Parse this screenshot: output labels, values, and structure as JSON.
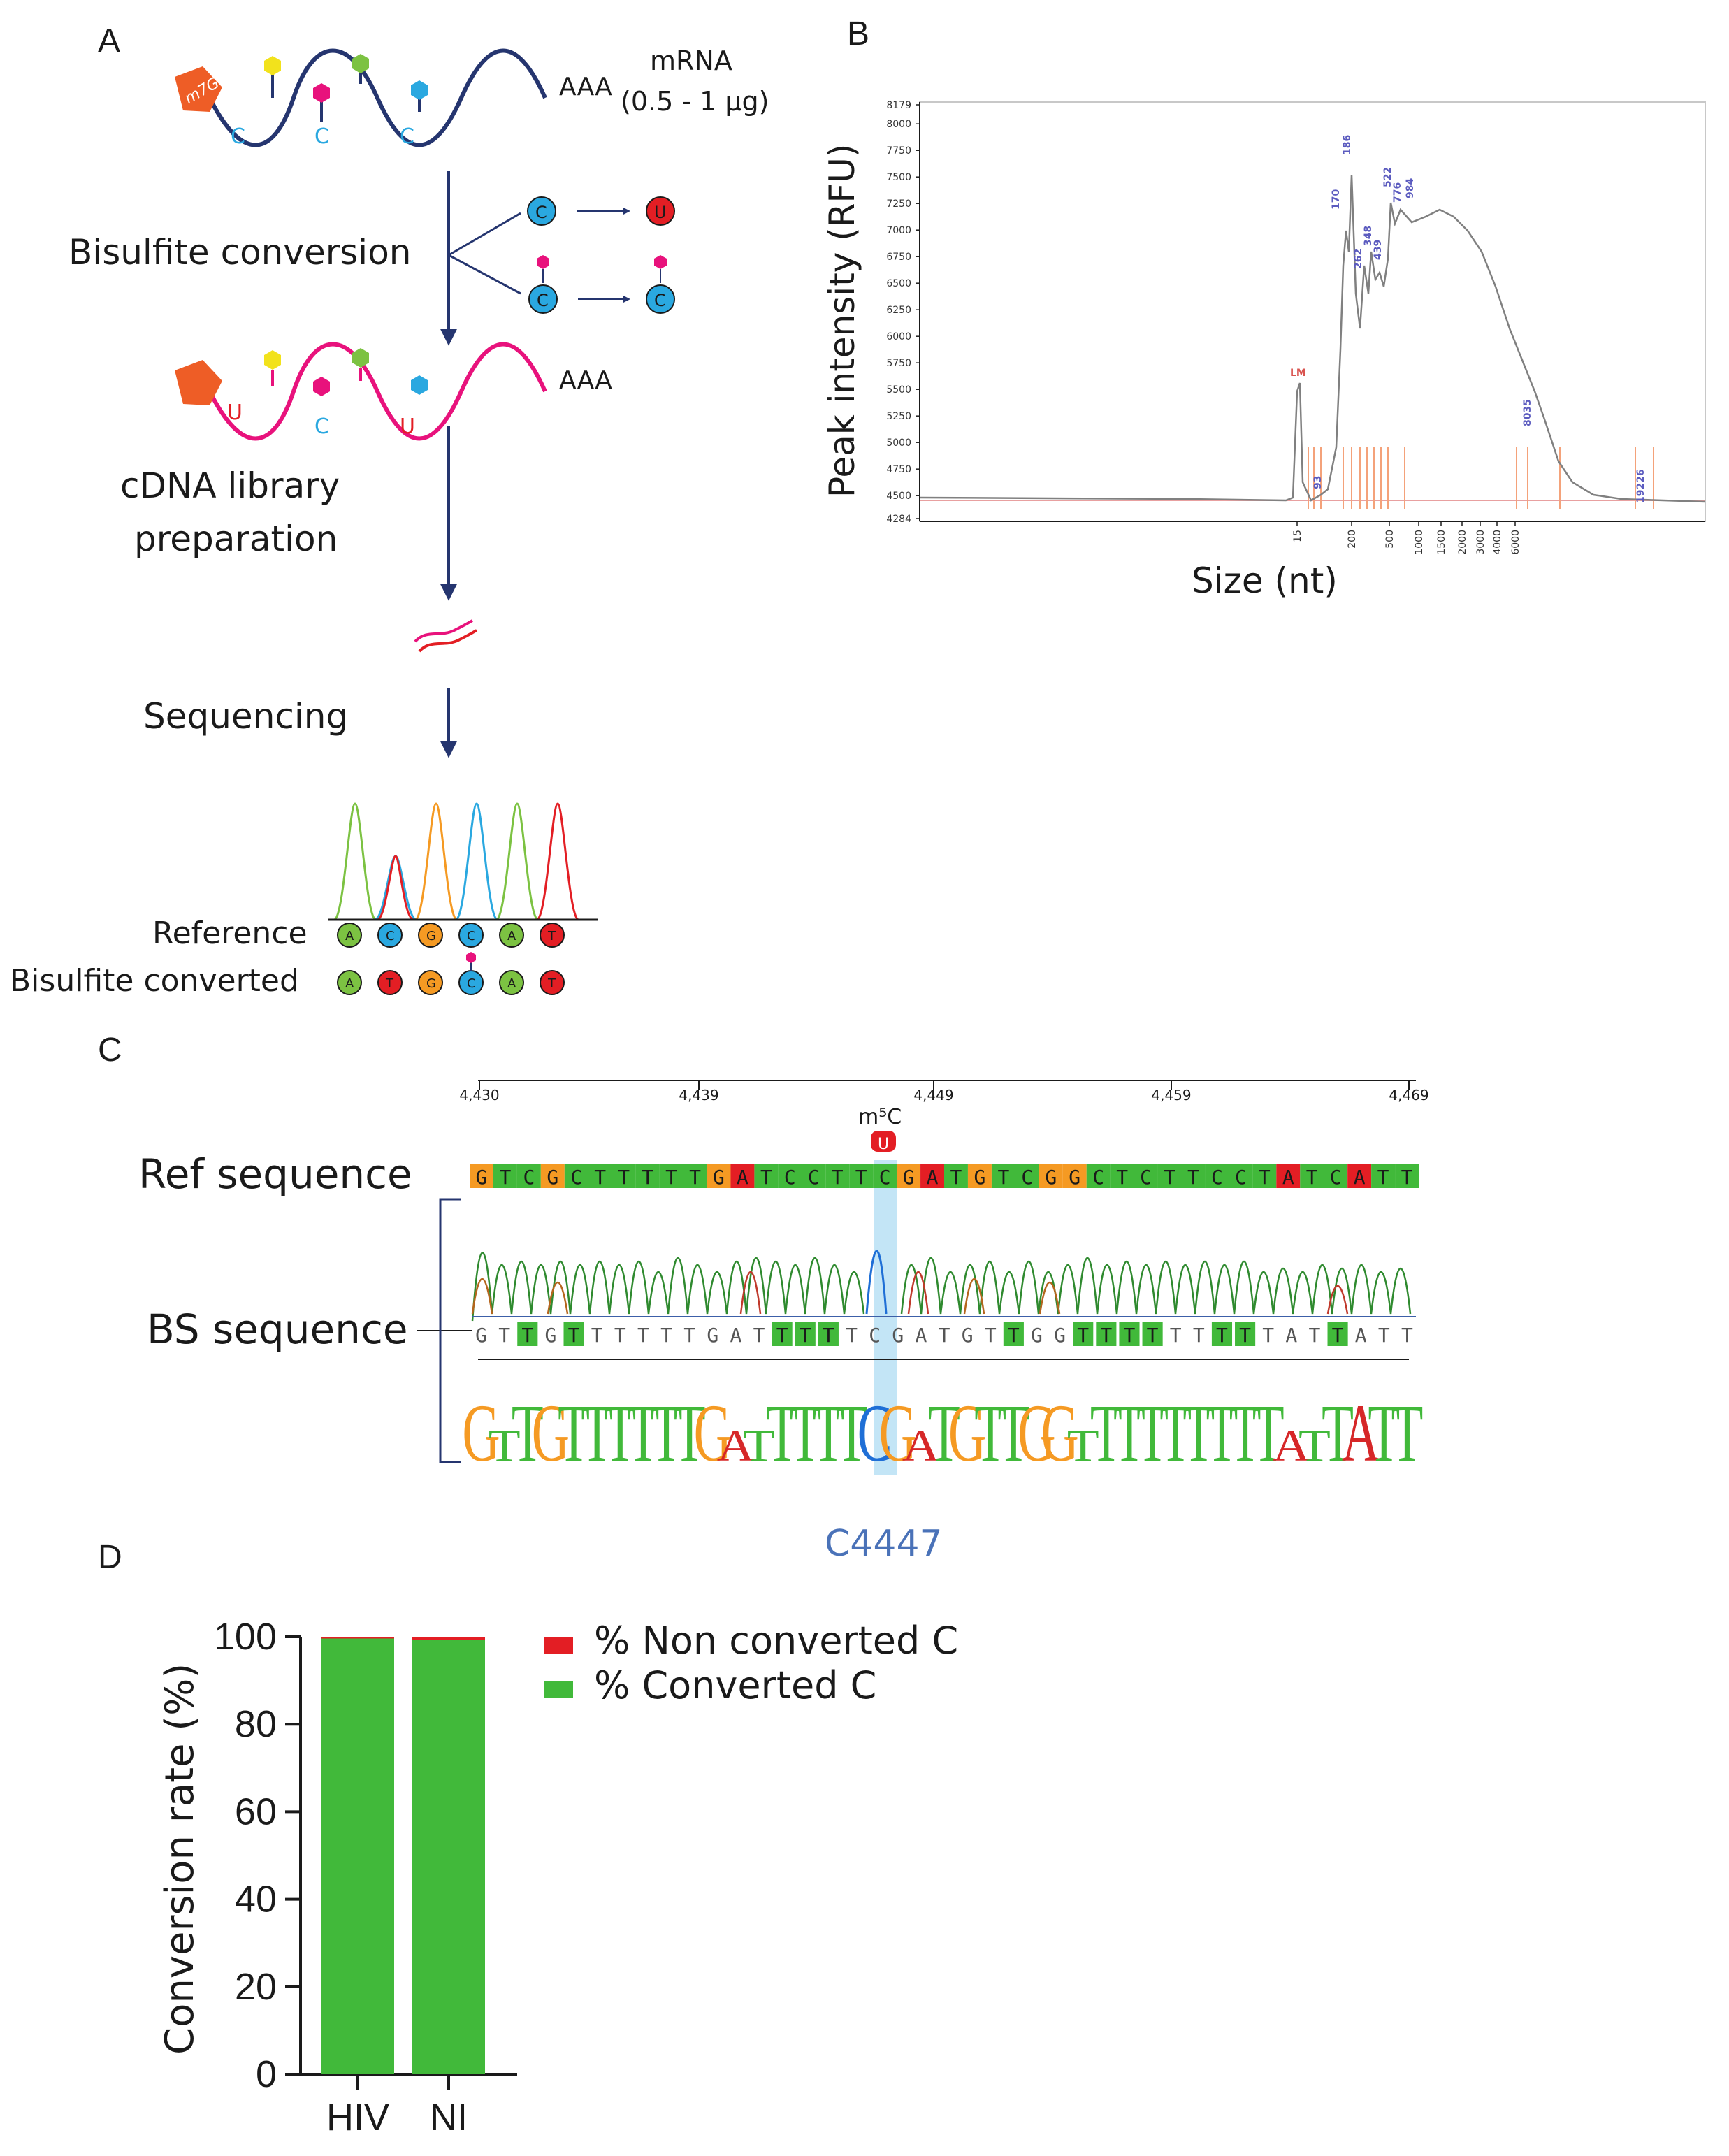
{
  "panels": {
    "a": "A",
    "b": "B",
    "c": "C",
    "d": "D"
  },
  "colors": {
    "navy": "#25356f",
    "magenta": "#e8127c",
    "orange_cap": "#ee5d26",
    "cyan": "#2aa8e0",
    "red": "#e31e24",
    "green": "#41b93a",
    "yellow": "#f2e21c",
    "lime": "#7cc242",
    "amber": "#f59a23",
    "seq_blue": "#1f6fd6",
    "highlight": "#b9e1f5",
    "chart_text_blue": "#4a72b8"
  },
  "panel_a": {
    "cap_label": "m7G",
    "polyA": "AAA",
    "mrna_label": "mRNA",
    "mrna_amount": "(0.5 - 1 µg)",
    "c_label": "C",
    "u_label": "U",
    "step1": "Bisulfite conversion",
    "step2_line1": "cDNA library",
    "step2_line2": "preparation",
    "step3": "Sequencing",
    "reference_label": "Reference",
    "converted_label": "Bisulfite converted",
    "reference_bases": [
      "A",
      "C",
      "G",
      "C",
      "A",
      "T"
    ],
    "converted_bases": [
      "A",
      "T",
      "G",
      "C",
      "A",
      "T"
    ],
    "modifications": [
      "yellow-hexagon",
      "magenta-hexagon",
      "green-hexagon",
      "cyan-hexagon"
    ]
  },
  "panel_b": {
    "xlabel": "Size (nt)",
    "ylabel": "Peak intensity (RFU)",
    "y_ticks": [
      "8179",
      "8000",
      "7750",
      "7500",
      "7250",
      "7000",
      "6750",
      "6500",
      "6250",
      "6000",
      "5750",
      "5500",
      "5250",
      "5000",
      "4750",
      "4500",
      "4284"
    ],
    "x_ticks": [
      "15",
      "200",
      "500",
      "1000",
      "1500",
      "2000",
      "3000",
      "4000",
      "6000"
    ],
    "peak_labels": [
      "LM",
      "93",
      "170",
      "186",
      "262",
      "348",
      "439",
      "522",
      "776",
      "984",
      "8035",
      "19226"
    ]
  },
  "panel_c": {
    "positions": [
      "4,430",
      "4,439",
      "4,449",
      "4,459",
      "4,469"
    ],
    "mark_label": "m⁵C",
    "ref_label": "Ref sequence",
    "bs_label": "BS sequence",
    "ref_sequence": "GTCGCTTTTTGATCCTTCGATGTCGGCTCTTCCTATCATT",
    "bs_sequence": "GTTGTTTTTTGATTTTTCGATGTTGGTTTTTTTTTATTATT",
    "bs_converted_positions": [
      2,
      4,
      13,
      14,
      15,
      23,
      26,
      27,
      28,
      29,
      32,
      33,
      37
    ],
    "logo_sequence": "GTTGTTTTTTGATTTTTCGATGTTGGTTTTTTTTTATTATT",
    "highlight_index": 17,
    "site_label": "C4447"
  },
  "chart_data": {
    "type": "bar",
    "stacked": true,
    "categories": [
      "HIV",
      "NI"
    ],
    "series": [
      {
        "name": "% Converted C",
        "values": [
          99.6,
          99.3
        ],
        "color": "#41b93a"
      },
      {
        "name": "% Non converted C",
        "values": [
          0.4,
          0.7
        ],
        "color": "#e31e24"
      }
    ],
    "ylabel": "Conversion rate (%)",
    "ylim": [
      0,
      100
    ],
    "y_ticks": [
      "0",
      "20",
      "40",
      "60",
      "80",
      "100"
    ],
    "legend_position": "top-right",
    "grid": false
  }
}
